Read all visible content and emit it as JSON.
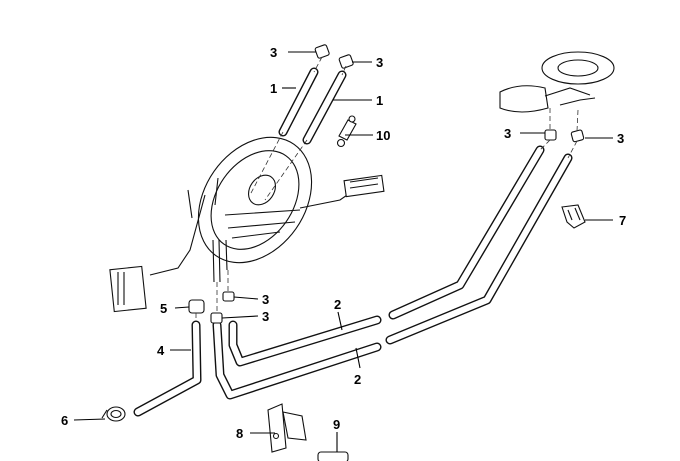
{
  "callouts": {
    "c3_top_left": "3",
    "c3_top_right": "3",
    "c1_left": "1",
    "c1_right": "1",
    "c10": "10",
    "c3_right_a": "3",
    "c3_right_b": "3",
    "c7": "7",
    "c3_mid_a": "3",
    "c3_mid_b": "3",
    "c5": "5",
    "c2_upper": "2",
    "c2_lower": "2",
    "c4": "4",
    "c6": "6",
    "c8": "8",
    "c9": "9"
  }
}
